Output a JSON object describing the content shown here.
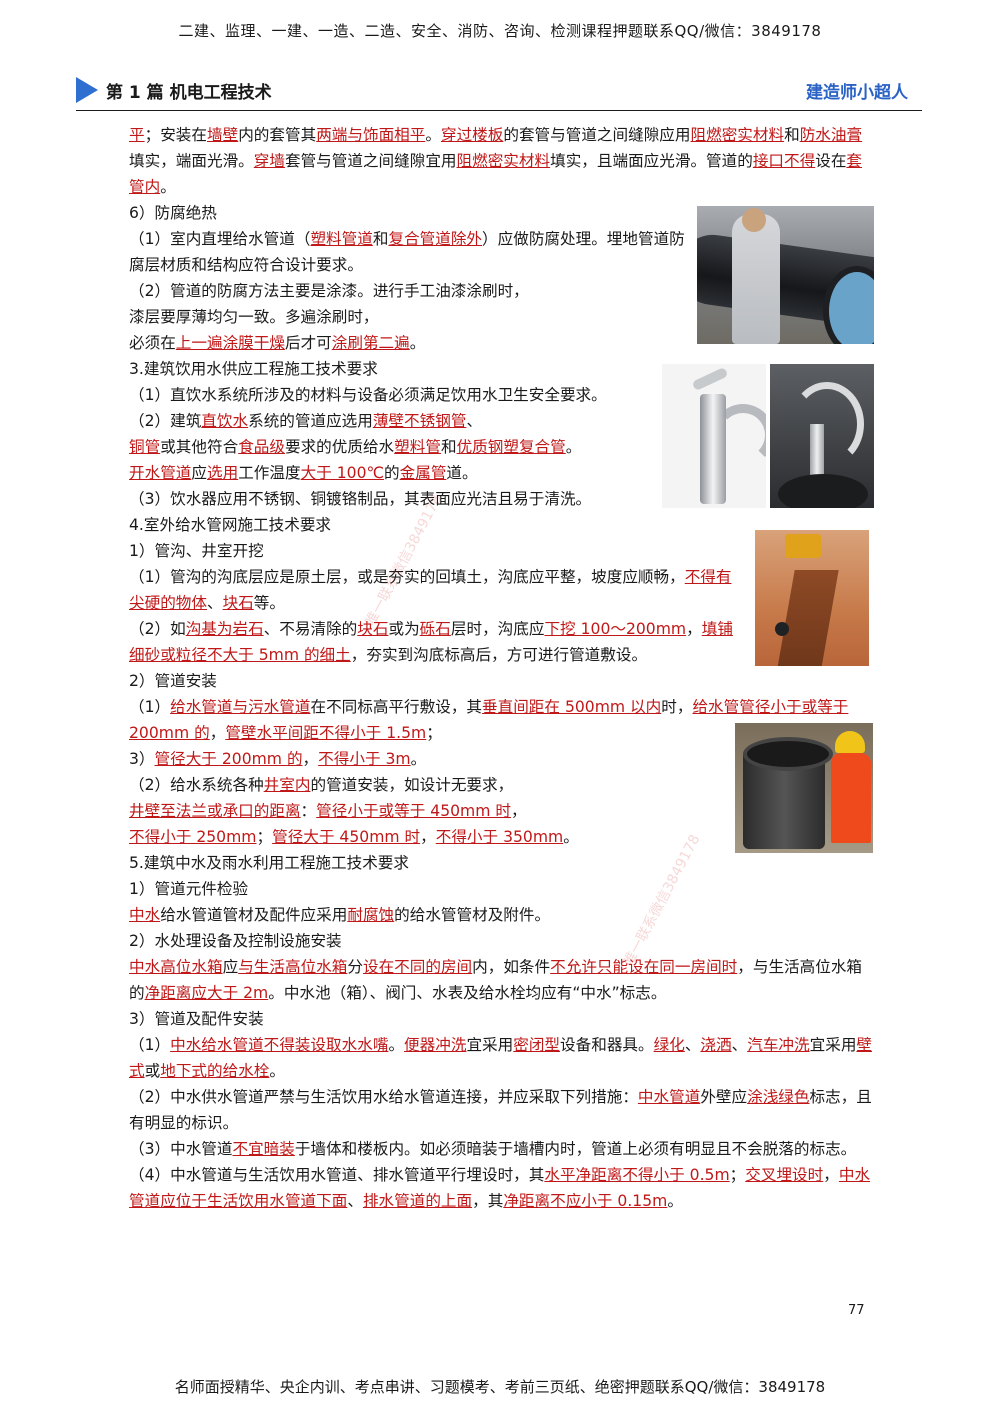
{
  "top_banner": "二建、监理、一建、一造、二造、安全、消防、咨询、检测课程押题联系QQ/微信：3849178",
  "header": {
    "title": "第 1 篇  机电工程技术",
    "brand": "建造师小超人"
  },
  "paragraphs": [
    [
      [
        "平",
        "h"
      ],
      [
        "；安装在",
        ""
      ],
      [
        "墙壁",
        "h"
      ],
      [
        "内的套管其",
        ""
      ],
      [
        "两端与饰面相平",
        "h"
      ],
      [
        "。",
        ""
      ],
      [
        "穿过楼板",
        "h"
      ],
      [
        "的套管与管道之间缝隙应用",
        ""
      ],
      [
        "阻燃密实材料",
        "h"
      ],
      [
        "和",
        ""
      ],
      [
        "防水油膏",
        "h"
      ],
      [
        "填实，端面光滑。",
        ""
      ],
      [
        "穿墙",
        "h"
      ],
      [
        "套管与管道之间缝隙宜用",
        ""
      ],
      [
        "阻燃密实材料",
        "h"
      ],
      [
        "填实，且端面应光滑。管道的",
        ""
      ],
      [
        "接口不得",
        "h"
      ],
      [
        "设在",
        ""
      ],
      [
        "套管内",
        "h"
      ],
      [
        "。",
        ""
      ]
    ],
    [
      [
        "6）防腐绝热",
        ""
      ]
    ],
    [
      [
        "（1）室内直埋给水管道（",
        ""
      ],
      [
        "塑料管道",
        "h"
      ],
      [
        "和",
        ""
      ],
      [
        "复合管道除外",
        "h"
      ],
      [
        "）应做防腐处理。埋地管道防腐层材质和结构应符合设计要求。",
        ""
      ]
    ],
    [
      [
        "（2）管道的防腐方法主要是涂漆。进行手工油漆涂刷时，",
        ""
      ]
    ],
    [
      [
        "漆层要厚薄均匀一致。多遍涂刷时，",
        ""
      ]
    ],
    [
      [
        "必须在",
        ""
      ],
      [
        "上一遍涂膜干燥",
        "h"
      ],
      [
        "后才可",
        ""
      ],
      [
        "涂刷第二遍",
        "h"
      ],
      [
        "。",
        ""
      ]
    ],
    [
      [
        "3.建筑饮用水供应工程施工技术要求",
        ""
      ]
    ],
    [
      [
        "（1）直饮水系统所涉及的材料与设备必须满足饮用水卫生安全要求。",
        ""
      ]
    ],
    [
      [
        "（2）建筑",
        ""
      ],
      [
        "直饮水",
        "h"
      ],
      [
        "系统的管道应选用",
        ""
      ],
      [
        "薄壁不锈钢管",
        "h"
      ],
      [
        "、",
        ""
      ]
    ],
    [
      [
        "铜管",
        "h"
      ],
      [
        "或其他符合",
        ""
      ],
      [
        "食品级",
        "h"
      ],
      [
        "要求的优质给水",
        ""
      ],
      [
        "塑料管",
        "h"
      ],
      [
        "和",
        ""
      ],
      [
        "优质钢塑复合管",
        "h"
      ],
      [
        "。",
        ""
      ]
    ],
    [
      [
        "开水管道",
        "h"
      ],
      [
        "应",
        ""
      ],
      [
        "选用",
        "h"
      ],
      [
        "工作温度",
        ""
      ],
      [
        "大于 100℃",
        "h"
      ],
      [
        "的",
        ""
      ],
      [
        "金属管",
        "h"
      ],
      [
        "道。",
        ""
      ]
    ],
    [
      [
        "（3）饮水器应用不锈钢、铜镀铬制品，其表面应光洁且易于清洗。",
        ""
      ]
    ],
    [
      [
        "4.室外给水管网施工技术要求",
        ""
      ]
    ],
    [
      [
        "1）管沟、井室开挖",
        ""
      ]
    ],
    [
      [
        "（1）管沟的沟底层应是原土层，或是夯实的回填土，沟底应平整，坡度应顺畅，",
        ""
      ],
      [
        "不得有尖硬的物体",
        "h"
      ],
      [
        "、",
        ""
      ],
      [
        "块石",
        "h"
      ],
      [
        "等。",
        ""
      ]
    ],
    [
      [
        "（2）如",
        ""
      ],
      [
        "沟基为岩石",
        "h"
      ],
      [
        "、不易清除的",
        ""
      ],
      [
        "块石",
        "h"
      ],
      [
        "或为",
        ""
      ],
      [
        "砾石",
        "h"
      ],
      [
        "层时，沟底应",
        ""
      ],
      [
        "下挖 100～200mm",
        "h"
      ],
      [
        "，",
        ""
      ],
      [
        "填铺细砂或粒径不大于 5mm 的细土",
        "h"
      ],
      [
        "，夯实到沟底标高后，方可进行管道敷设。",
        ""
      ]
    ],
    [
      [
        "2）管道安装",
        ""
      ]
    ],
    [
      [
        "（1）",
        ""
      ],
      [
        "给水管道与污水管道",
        "h"
      ],
      [
        "在不同标高平行敷设，其",
        ""
      ],
      [
        "垂直间距在 500mm 以内",
        "h"
      ],
      [
        "时，",
        ""
      ],
      [
        "给水管管径小于或等于 200mm 的",
        "h"
      ],
      [
        "，",
        ""
      ],
      [
        "管壁水平间距不得小于 1.5m",
        "h"
      ],
      [
        "；",
        ""
      ]
    ],
    [
      [
        "3）",
        ""
      ],
      [
        "管径大于 200mm 的",
        "h"
      ],
      [
        "，",
        ""
      ],
      [
        "不得小于 3m",
        "h"
      ],
      [
        "。",
        ""
      ]
    ],
    [
      [
        "（2）给水系统各种",
        ""
      ],
      [
        "井室内",
        "h"
      ],
      [
        "的管道安装，如设计无要求，",
        ""
      ]
    ],
    [
      [
        "井壁至法兰或承口的距离",
        "h"
      ],
      [
        "：",
        ""
      ],
      [
        "管径小于或等于 450mm 时",
        "h"
      ],
      [
        "，",
        ""
      ]
    ],
    [
      [
        "不得小于 250mm",
        "h"
      ],
      [
        "；",
        ""
      ],
      [
        "管径大于 450mm 时",
        "h"
      ],
      [
        "，",
        ""
      ],
      [
        "不得小于 350mm",
        "h"
      ],
      [
        "。",
        ""
      ]
    ],
    [
      [
        "5.建筑中水及雨水利用工程施工技术要求",
        ""
      ]
    ],
    [
      [
        "1）管道元件检验",
        ""
      ]
    ],
    [
      [
        "中水",
        "h"
      ],
      [
        "给水管道管材及配件应采用",
        ""
      ],
      [
        "耐腐蚀",
        "h"
      ],
      [
        "的给水管管材及附件。",
        ""
      ]
    ],
    [
      [
        "2）水处理设备及控制设施安装",
        ""
      ]
    ],
    [
      [
        "中水高位水箱",
        "h"
      ],
      [
        "应",
        ""
      ],
      [
        "与生活高位水箱",
        "h"
      ],
      [
        "分",
        ""
      ],
      [
        "设在不同的房间",
        "h"
      ],
      [
        "内，如条件",
        ""
      ],
      [
        "不允许只能设在同一房间时",
        "h"
      ],
      [
        "，与生活高位水箱的",
        ""
      ],
      [
        "净距离应大于 2m",
        "h"
      ],
      [
        "。中水池（箱）、阀门、水表及给水栓均应有“中水”标志。",
        ""
      ]
    ],
    [
      [
        "3）管道及配件安装",
        ""
      ]
    ],
    [
      [
        "（1）",
        ""
      ],
      [
        "中水给水管道不得装设取水水嘴",
        "h"
      ],
      [
        "。",
        ""
      ],
      [
        "便器冲洗",
        "h"
      ],
      [
        "宜采用",
        ""
      ],
      [
        "密闭型",
        "h"
      ],
      [
        "设备和器具。",
        ""
      ],
      [
        "绿化",
        "h"
      ],
      [
        "、",
        ""
      ],
      [
        "浇洒",
        "h"
      ],
      [
        "、",
        ""
      ],
      [
        "汽车冲洗",
        "h"
      ],
      [
        "宜采用",
        ""
      ],
      [
        "壁式",
        "h"
      ],
      [
        "或",
        ""
      ],
      [
        "地下式的给水栓",
        "h"
      ],
      [
        "。",
        ""
      ]
    ],
    [
      [
        "（2）中水供水管道严禁与生活饮用水给水管道连接，并应采取下列措施：",
        ""
      ],
      [
        "中水管道",
        "h"
      ],
      [
        "外壁应",
        ""
      ],
      [
        "涂浅绿色",
        "h"
      ],
      [
        "标志，且有明显的标识。",
        ""
      ]
    ],
    [
      [
        "（3）中水管道",
        ""
      ],
      [
        "不宜暗装",
        "h"
      ],
      [
        "于墙体和楼板内。如必须暗装于墙槽内时，管道上必须有明显且不会脱落的标志。",
        ""
      ]
    ],
    [
      [
        "（4）中水管道与生活饮用水管道、排水管道平行埋设时，其",
        ""
      ],
      [
        "水平净距离不得小于 0.5m",
        "h"
      ],
      [
        "；",
        ""
      ],
      [
        "交叉埋设时",
        "h"
      ],
      [
        "，",
        ""
      ],
      [
        "中水管道应位于生活饮用水管道下面",
        "h"
      ],
      [
        "、",
        ""
      ],
      [
        "排水管道的上面",
        "h"
      ],
      [
        "，其",
        ""
      ],
      [
        "净距离不应小于 0.15m",
        "h"
      ],
      [
        "。",
        ""
      ]
    ]
  ],
  "watermark_1": "唯一联系微信3849178",
  "watermark_2": "唯一联系微信3849178",
  "page_number": "77",
  "bottom_banner": "名师面授精华、央企内训、考点串讲、习题模考、考前三页纸、绝密押题联系QQ/微信：3849178",
  "colors": {
    "accent": "#2f6fd0",
    "brand": "#2a62c6",
    "highlight": "#c01818"
  }
}
